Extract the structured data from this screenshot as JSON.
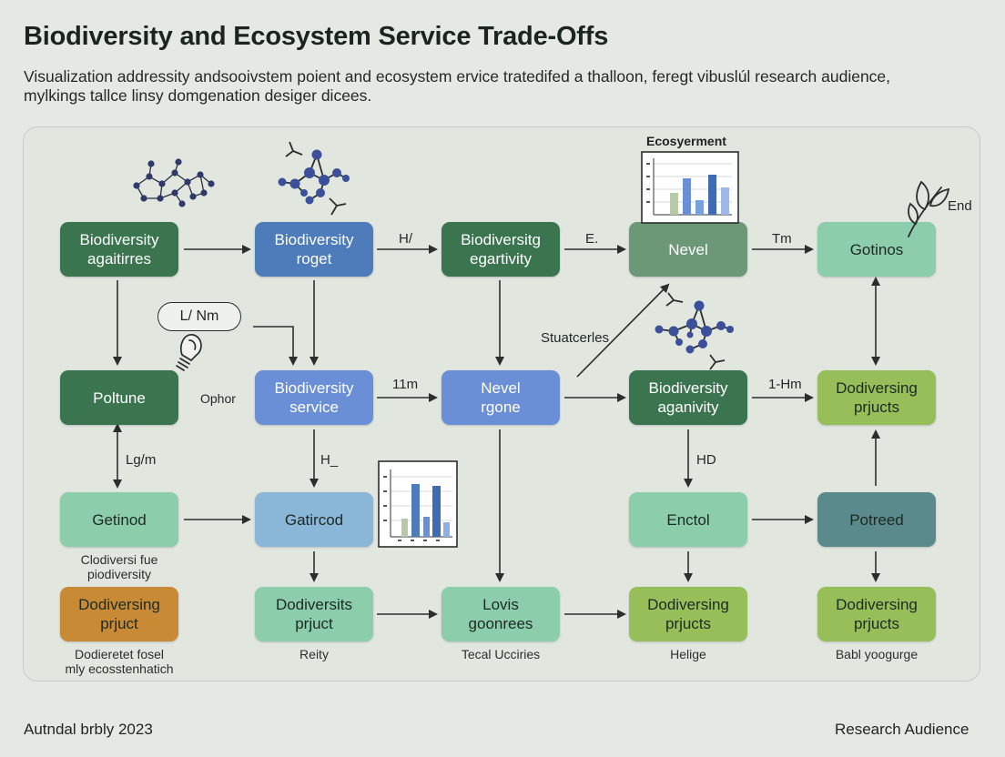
{
  "header": {
    "title": "Biodiversity and Ecosystem Service Trade-Offs",
    "subtitle": "Visualization addressity andsooivstem poient and ecosystem ervice tratedifed a thalloon, feregt vibuslúl research audience,\nmylkings tallce linsy domgenation desiger dicees."
  },
  "colors": {
    "dark_green": "#3a7550",
    "blue": "#4e7cbb",
    "periwinkle": "#6b8fd6",
    "sage": "#6d9878",
    "mint": "#8ccdac",
    "light_blue": "#8ab7d8",
    "lime": "#96bf5a",
    "teal_gray": "#5a8a8c",
    "orange": "#c98a35",
    "background": "#e5e9e3"
  },
  "nodes": {
    "r1c1": "Biodiversity\nagaitirres",
    "r1c2": "Biodiversity\nroget",
    "r1c3": "Biodiversitg\negartivity",
    "r1c4": "Nevel",
    "r1c5": "Gotinos",
    "r2c1": "Poltune",
    "r2c2": "Biodiversity\nservice",
    "r2c3": "Nevel\nrgone",
    "r2c4": "Biodiversity\naganivity",
    "r2c5": "Dodiversing\nprjucts",
    "r3c1": "Getinod",
    "r3c2": "Gatircod",
    "r3c4": "Enctol",
    "r3c5": "Potreed",
    "r4c1": "Dodiversing\nprjuct",
    "r4c2": "Dodiversits\nprjuct",
    "r4c3": "Lovis\ngoonrees",
    "r4c4": "Dodiversing\nprjucts",
    "r4c5": "Dodiversing\nprjucts"
  },
  "edge_labels": {
    "h_slash": "H/",
    "e_dot": "E.",
    "tm": "Tm",
    "end": "End",
    "pill": "L/ Nm",
    "ophor": "Ophor",
    "eleven_m": "11m",
    "one_hm": "1-Hm",
    "lg_m": "Lg/m",
    "h_underscore": "H_",
    "hd": "HD",
    "stuatcerles": "Stuatcerles",
    "chart_top_title": "Ecosyerment"
  },
  "captions": {
    "getinod": "Clodiversi fue\npiodiversity",
    "col1_bottom": "Dodieretet fosel\nmly ecosstenhatich",
    "col2_bottom": "Reity",
    "col3_bottom": "Tecal Ucciries",
    "col4_bottom": "Helige",
    "col5_bottom": "Babl yoogurge"
  },
  "footer": {
    "left": "Autndal brbly 2023",
    "right": "Research Audience"
  },
  "icons": [
    "molecule-icon",
    "leaf-icon",
    "lightbulb-icon",
    "mini-bar-chart-icon"
  ]
}
